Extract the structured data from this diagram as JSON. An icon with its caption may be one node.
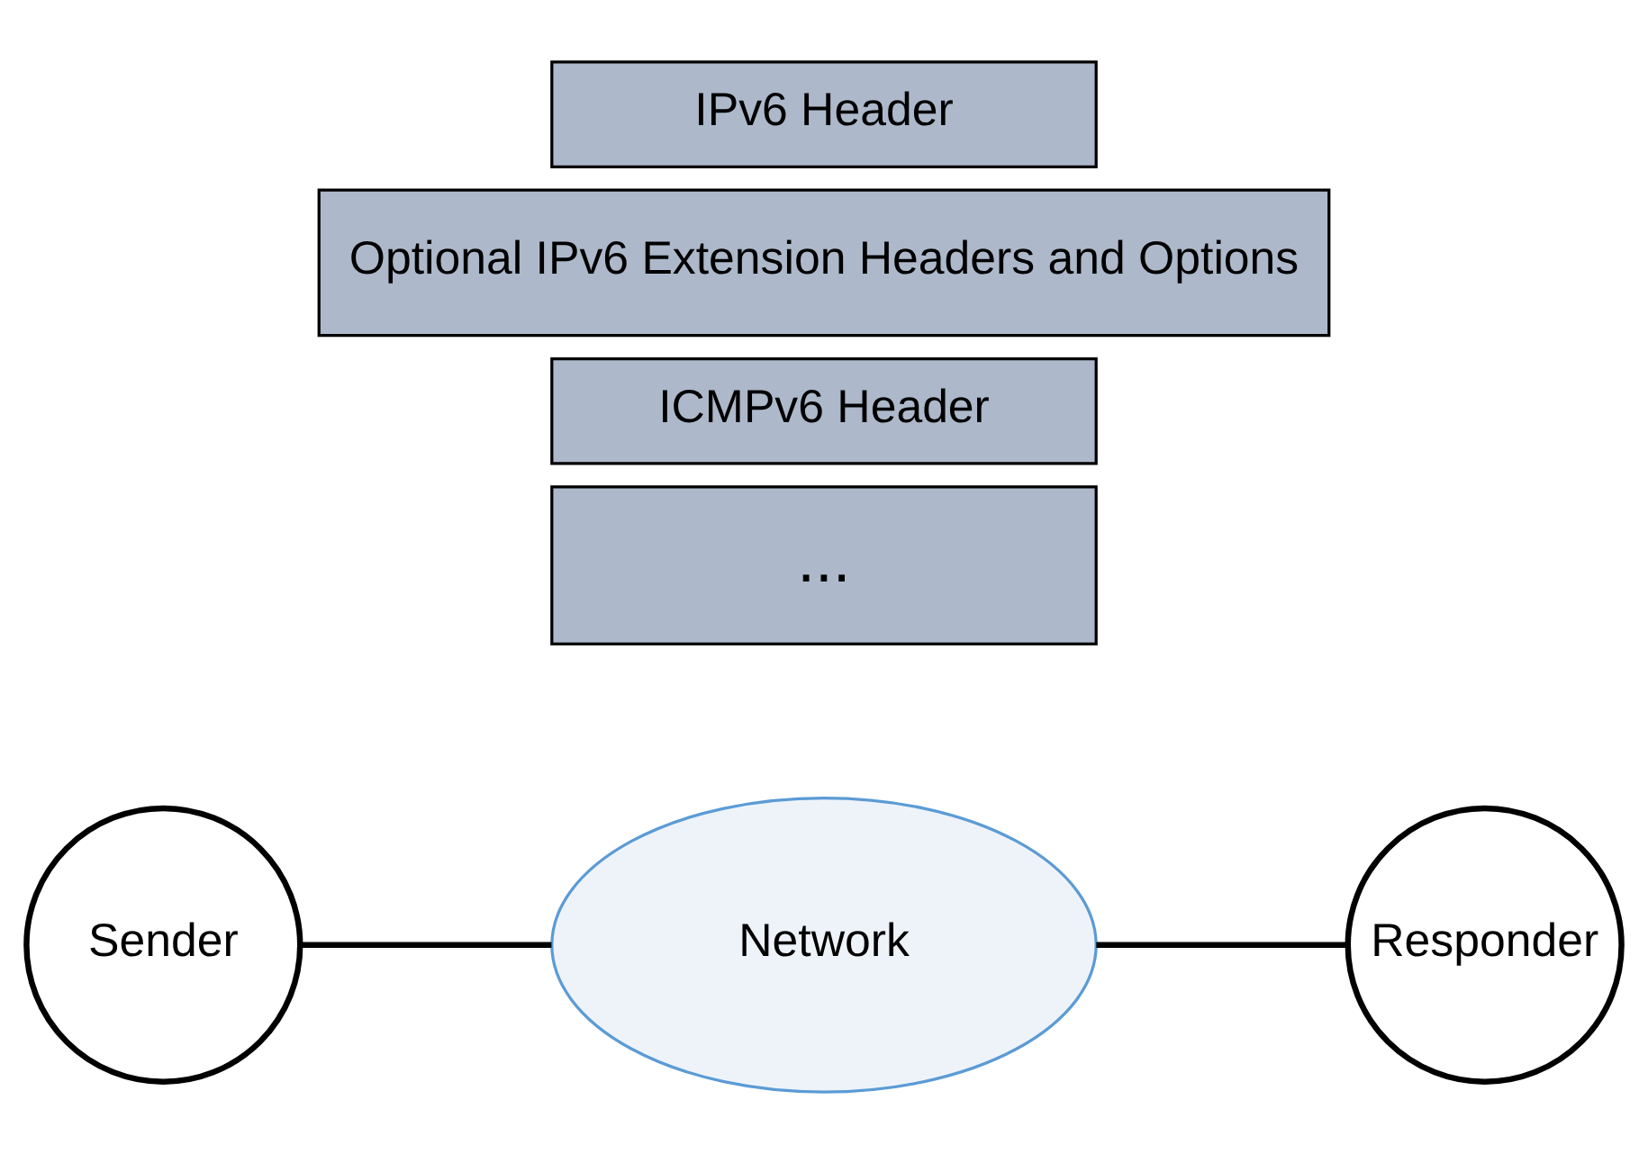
{
  "diagram": {
    "nodes": [
      {
        "text": [
          "IPv6 Header"
        ]
      },
      {
        "text": [
          "Optional IPv6 Extension Headers and Options"
        ]
      },
      {
        "text": [
          "ICMPv6 Header"
        ]
      },
      {
        "text": [
          "..."
        ]
      },
      {
        "text": [
          "Sender"
        ]
      },
      {
        "text": [
          "Network"
        ]
      },
      {
        "text": [
          "Responder"
        ]
      }
    ],
    "edges": [
      {
        "from": 4,
        "to": 5,
        "arrow": "none"
      },
      {
        "from": 5,
        "to": 6,
        "arrow": "none"
      }
    ]
  }
}
